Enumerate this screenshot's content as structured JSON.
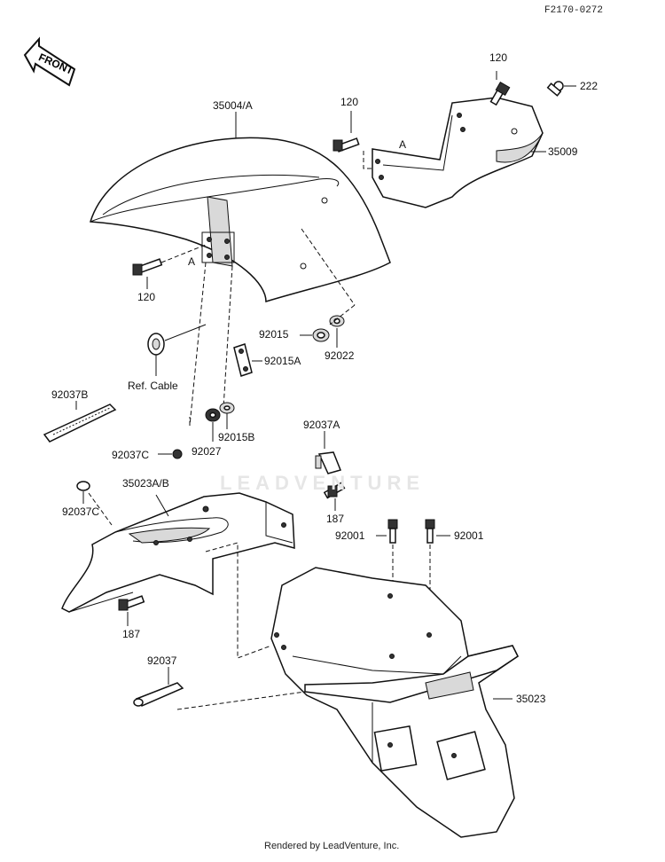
{
  "header": {
    "code": "F2170-0272"
  },
  "front_badge": {
    "text": "FRONT"
  },
  "watermark": {
    "text": "LEADVENTURE"
  },
  "labels": {
    "front_fender": "35004/A",
    "bracket": "35009",
    "bolt_top_right": "120",
    "bolt_top_mid": "120",
    "bolt_fender": "120",
    "screw_222": "222",
    "mark_a_bracket": "A",
    "mark_a_fender": "A",
    "washer_92015": "92015",
    "collar_92022": "92022",
    "plate_92015a": "92015A",
    "ref_cable": "Ref. Cable",
    "strip_92037b": "92037B",
    "damper_92015b": "92015B",
    "nut_92027": "92027",
    "clip_92037a": "92037A",
    "clip_92037c_top": "92037C",
    "clip_92037c_left": "92037C",
    "inner_fender": "35023A/B",
    "bolt_187_right": "187",
    "bolt_187_left": "187",
    "bolt_92001_left": "92001",
    "bolt_92001_right": "92001",
    "band_92037": "92037",
    "rear_fender": "35023"
  },
  "footer": {
    "text": "Rendered by LeadVenture, Inc."
  }
}
